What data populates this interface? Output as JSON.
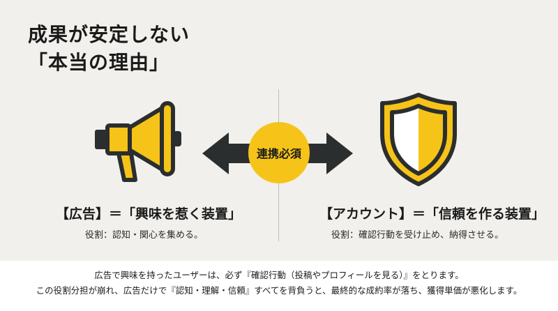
{
  "title": {
    "line1": "成果が安定しない",
    "line2": "「本当の理由」"
  },
  "center_badge": "連携必須",
  "left_panel": {
    "icon": "megaphone-icon",
    "heading": "【広告】＝「興味を惹く装置」",
    "description": "役割：認知・関心を集める。"
  },
  "right_panel": {
    "icon": "shield-icon",
    "heading": "【アカウント】＝「信頼を作る装置」",
    "description": "役割：確認行動を受け止め、納得させる。"
  },
  "footer": {
    "line1": "広告で興味を持ったユーザーは、必ず『確認行動（投稿やプロフィールを見る）』をとります。",
    "line2": "この役割分担が崩れ、広告だけで『認知・理解・信頼』すべてを背負うと、最終的な成約率が落ち、獲得単価が悪化します。"
  },
  "colors": {
    "accent": "#f6c319",
    "dark": "#2b2e2f",
    "background": "#f1f0ec",
    "shield_light": "#ffffff"
  }
}
